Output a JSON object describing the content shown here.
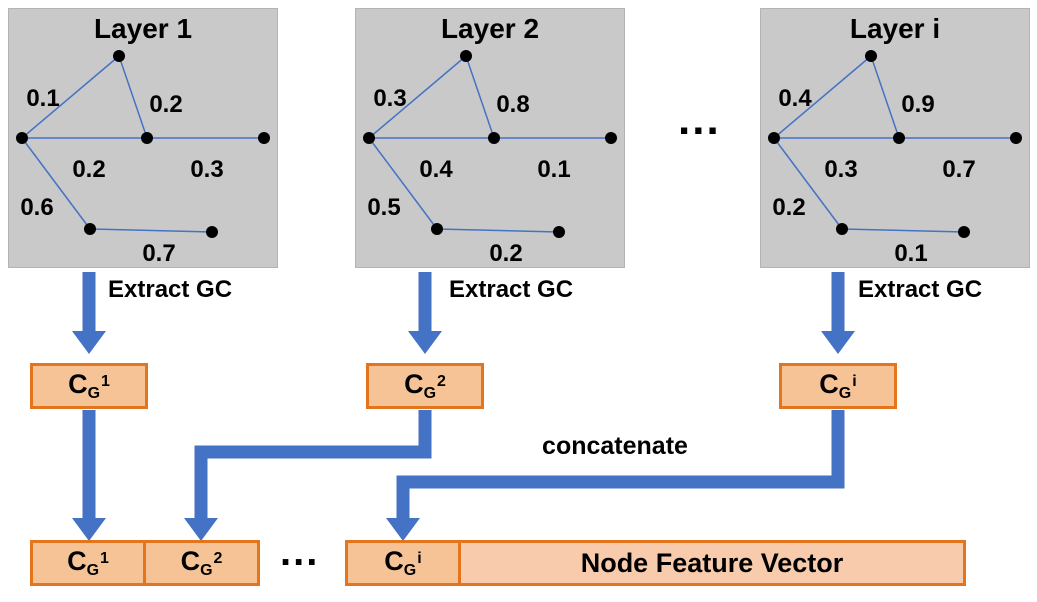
{
  "layers": [
    {
      "title": "Layer 1",
      "extract_label": "Extract GC",
      "gc": {
        "base": "C",
        "sub": "G",
        "sup": "1"
      },
      "weights": [
        "0.1",
        "0.2",
        "0.2",
        "0.3",
        "0.6",
        "0.7"
      ]
    },
    {
      "title": "Layer 2",
      "extract_label": "Extract GC",
      "gc": {
        "base": "C",
        "sub": "G",
        "sup": "2"
      },
      "weights": [
        "0.3",
        "0.8",
        "0.4",
        "0.1",
        "0.5",
        "0.2"
      ]
    },
    {
      "title": "Layer i",
      "extract_label": "Extract GC",
      "gc": {
        "base": "C",
        "sub": "G",
        "sup": "i"
      },
      "weights": [
        "0.4",
        "0.9",
        "0.3",
        "0.7",
        "0.2",
        "0.1"
      ]
    }
  ],
  "ellipsis_layers": "...",
  "concatenate_label": "concatenate",
  "bottom": {
    "cells": [
      {
        "base": "C",
        "sub": "G",
        "sup": "1"
      },
      {
        "base": "C",
        "sub": "G",
        "sup": "2"
      }
    ],
    "ellipsis": "...",
    "cell_i": {
      "base": "C",
      "sub": "G",
      "sup": "i"
    },
    "feature_label": "Node Feature Vector"
  },
  "colors": {
    "arrow_blue": "#4472C4",
    "edge_blue": "#4472C4",
    "panel_gray": "#C9C9C9",
    "orange_border": "#E2751D",
    "orange_fill": "#F6C397",
    "node_black": "#000000"
  }
}
